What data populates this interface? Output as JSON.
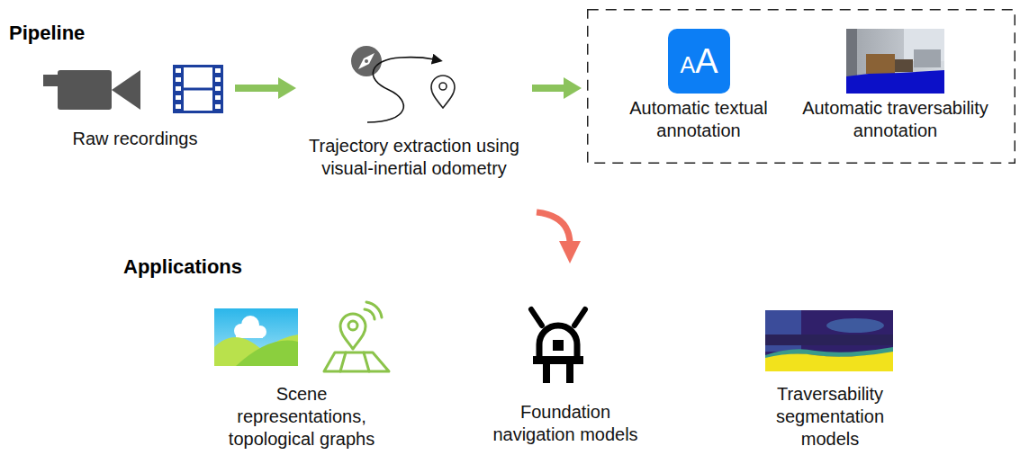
{
  "diagram": {
    "nodes": [
      {
        "text": [
          "Raw recordings"
        ]
      },
      {
        "text": [
          "Trajectory extraction using visual-inertial odometry"
        ]
      },
      {
        "text": []
      },
      {
        "text": [
          "Automatic textual annotation"
        ],
        "in": 2
      },
      {
        "text": [
          "Automatic traversability annotation"
        ],
        "in": 2
      },
      {
        "text": [
          "Scene representations, topological graphs"
        ]
      },
      {
        "text": [
          "Foundation navigation models"
        ]
      },
      {
        "text": [
          "Traversability segmentation models"
        ]
      }
    ],
    "edges": [
      {
        "from": 0,
        "to": 1,
        "arrow": "to"
      },
      {
        "from": 1,
        "to": 2,
        "arrow": "to"
      }
    ],
    "labels": [
      "Pipeline",
      "AA",
      "Applications"
    ]
  }
}
